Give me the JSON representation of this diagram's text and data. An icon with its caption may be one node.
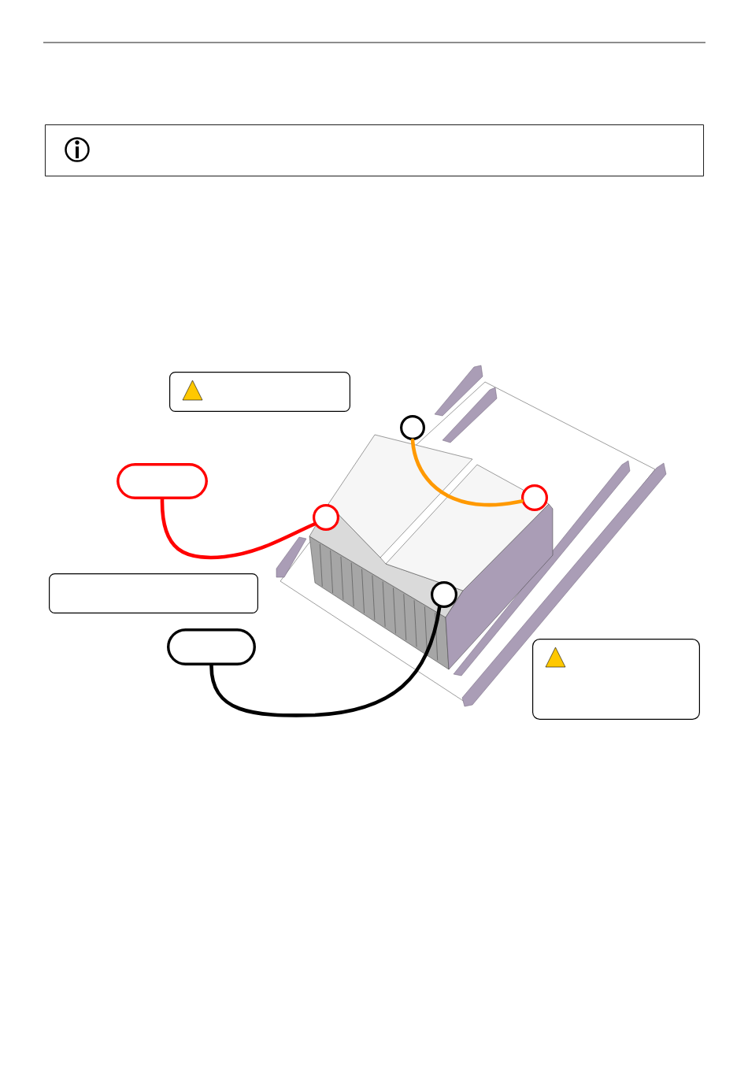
{
  "diagram": {
    "nodes": [
      {
        "text": [],
        "shape": "box"
      },
      {
        "text": [],
        "shape": "box"
      },
      {
        "text": [],
        "shape": "circle"
      },
      {
        "text": [],
        "shape": "box"
      },
      {
        "text": [],
        "shape": "circle"
      },
      {
        "text": [],
        "shape": "circle"
      },
      {
        "text": [],
        "shape": "box"
      },
      {
        "text": [],
        "shape": "circle"
      },
      {
        "text": [],
        "shape": "box"
      },
      {
        "text": [],
        "shape": "box"
      }
    ],
    "edges": [
      {
        "from": 2,
        "to": 4,
        "arrow": "none",
        "color": "#ff9900"
      },
      {
        "from": 3,
        "to": 5,
        "arrow": "none",
        "color": "#ff0000"
      },
      {
        "from": 8,
        "to": 7,
        "arrow": "none",
        "color": "#000000"
      }
    ]
  }
}
